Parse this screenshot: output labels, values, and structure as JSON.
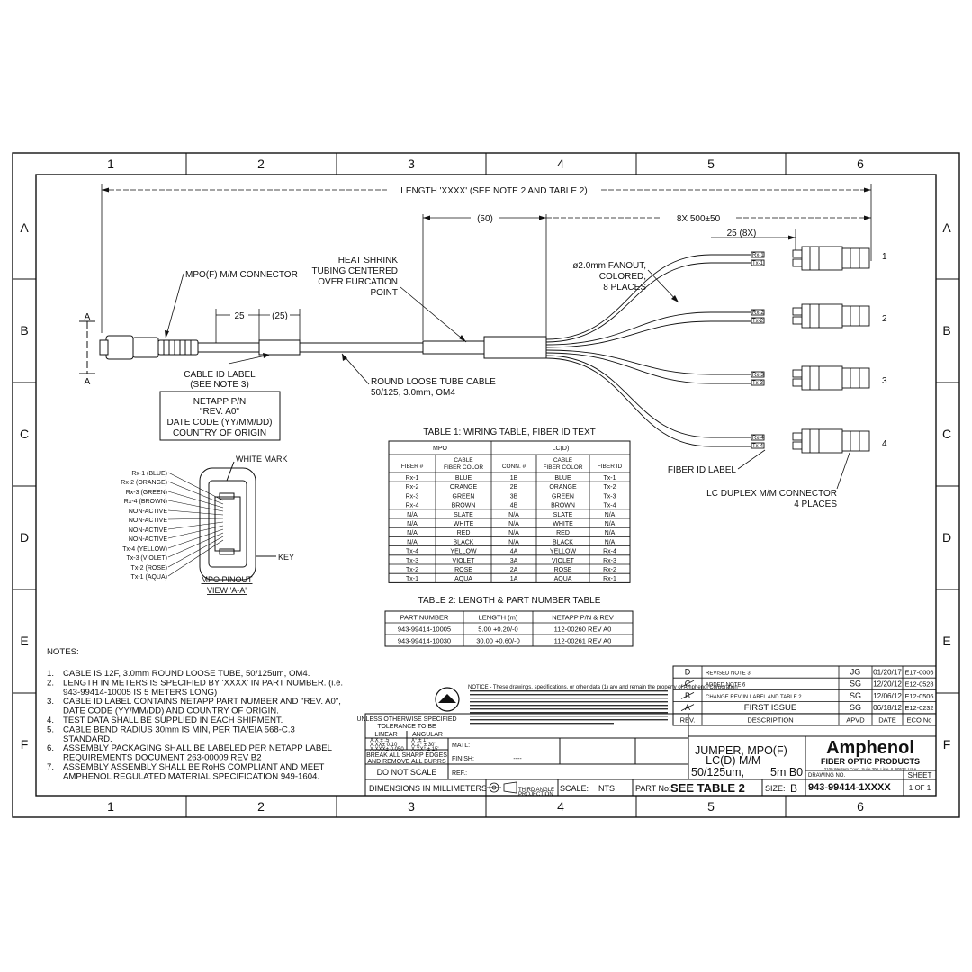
{
  "zones": {
    "columns": [
      "1",
      "2",
      "3",
      "4",
      "5",
      "6"
    ],
    "rows": [
      "A",
      "B",
      "C",
      "D",
      "E",
      "F"
    ]
  },
  "dimensions": {
    "length": "LENGTH 'XXXX' (SEE NOTE 2 AND TABLE 2)",
    "breakout": "(50)",
    "fanout_length": "8X 500±50",
    "stagger": "25 (8X)",
    "label_pos": "25",
    "label_len": "(25)"
  },
  "callouts": {
    "mpo_connector": "MPO(F) M/M CONNECTOR",
    "heat_shrink": [
      "HEAT SHRINK",
      "TUBING CENTERED",
      "OVER FURCATION",
      "POINT"
    ],
    "fanout": [
      "ø2.0mm FANOUT,",
      "COLORED,",
      "8 PLACES"
    ],
    "cable_id_label": [
      "CABLE ID LABEL",
      "(SEE NOTE 3)"
    ],
    "round_cable": [
      "ROUND LOOSE TUBE CABLE",
      "50/125, 3.0mm, OM4"
    ],
    "fiber_id_label": "FIBER ID LABEL",
    "lc_connector": [
      "LC DUPLEX M/M CONNECTOR",
      "4 PLACES"
    ],
    "label_box": [
      "NETAPP P/N",
      "\"REV. A0\"",
      "DATE CODE (YY/MM/DD)",
      "COUNTRY OF ORIGIN"
    ],
    "view_a": "A",
    "leg_numbers": [
      "1",
      "2",
      "3",
      "4"
    ],
    "leg_tags": [
      "Rx-1",
      "Tx-1",
      "Rx-2",
      "Tx-2",
      "Rx-3",
      "Tx-3",
      "Rx-4",
      "Tx-4"
    ]
  },
  "pinout": {
    "title": [
      "MPO PINOUT",
      "VIEW 'A-A'"
    ],
    "white_mark": "WHITE MARK",
    "key": "KEY",
    "fibers": [
      "Rx-1 (BLUE)",
      "Rx-2 (ORANGE)",
      "Rx-3 (GREEN)",
      "Rx-4 (BROWN)",
      "NON-ACTIVE",
      "NON-ACTIVE",
      "NON-ACTIVE",
      "NON-ACTIVE",
      "Tx-4 (YELLOW)",
      "Tx-3 (VIOLET)",
      "Tx-2 (ROSE)",
      "Tx-1 (AQUA)"
    ]
  },
  "table1": {
    "title": "TABLE 1: WIRING TABLE, FIBER ID TEXT",
    "group_headers": [
      "MPO",
      "LC(D)"
    ],
    "headers": [
      "FIBER #",
      "CABLE FIBER COLOR",
      "CONN. #",
      "CABLE FIBER COLOR",
      "FIBER ID"
    ],
    "rows": [
      [
        "Rx-1",
        "BLUE",
        "1B",
        "BLUE",
        "Tx-1"
      ],
      [
        "Rx-2",
        "ORANGE",
        "2B",
        "ORANGE",
        "Tx-2"
      ],
      [
        "Rx-3",
        "GREEN",
        "3B",
        "GREEN",
        "Tx-3"
      ],
      [
        "Rx-4",
        "BROWN",
        "4B",
        "BROWN",
        "Tx-4"
      ],
      [
        "N/A",
        "SLATE",
        "N/A",
        "SLATE",
        "N/A"
      ],
      [
        "N/A",
        "WHITE",
        "N/A",
        "WHITE",
        "N/A"
      ],
      [
        "N/A",
        "RED",
        "N/A",
        "RED",
        "N/A"
      ],
      [
        "N/A",
        "BLACK",
        "N/A",
        "BLACK",
        "N/A"
      ],
      [
        "Tx-4",
        "YELLOW",
        "4A",
        "YELLOW",
        "Rx-4"
      ],
      [
        "Tx-3",
        "VIOLET",
        "3A",
        "VIOLET",
        "Rx-3"
      ],
      [
        "Tx-2",
        "ROSE",
        "2A",
        "ROSE",
        "Rx-2"
      ],
      [
        "Tx-1",
        "AQUA",
        "1A",
        "AQUA",
        "Rx-1"
      ]
    ]
  },
  "table2": {
    "title": "TABLE 2: LENGTH & PART NUMBER TABLE",
    "headers": [
      "PART NUMBER",
      "LENGTH (m)",
      "NETAPP P/N & REV"
    ],
    "rows": [
      [
        "943-99414-10005",
        "5.00 +0.20/-0",
        "112-00260 REV A0"
      ],
      [
        "943-99414-10030",
        "30.00 +0.60/-0",
        "112-00261 REV A0"
      ]
    ]
  },
  "notes": {
    "heading": "NOTES:",
    "items": [
      [
        "1.",
        "CABLE IS 12F, 3.0mm ROUND LOOSE TUBE, 50/125um, OM4."
      ],
      [
        "2.",
        "LENGTH IN METERS IS SPECIFIED BY 'XXXX' IN PART NUMBER. (i.e."
      ],
      [
        "",
        "943-99414-10005 IS 5 METERS LONG)"
      ],
      [
        "3.",
        "CABLE ID LABEL CONTAINS NETAPP PART NUMBER AND \"REV. A0\","
      ],
      [
        "",
        "DATE CODE (YY/MM/DD) AND COUNTRY OF ORIGIN."
      ],
      [
        "4.",
        "TEST DATA SHALL BE SUPPLIED IN EACH SHIPMENT."
      ],
      [
        "5.",
        "CABLE BEND RADIUS 30mm IS MIN, PER TIA/EIA 568-C.3"
      ],
      [
        "",
        "STANDARD."
      ],
      [
        "6.",
        "ASSEMBLY PACKAGING SHALL BE LABELED PER NETAPP LABEL"
      ],
      [
        "",
        "REQUIREMENTS DOCUMENT 263-00009 REV B2"
      ],
      [
        "7.",
        "ASSEMBLY ASSEMBLY SHALL BE RoHS COMPLIANT AND MEET"
      ],
      [
        "",
        "AMPHENOL REGULATED MATERIAL SPECIFICATION 949-1604."
      ]
    ]
  },
  "revisions": {
    "rows": [
      [
        "D",
        "REVISED NOTE 3.",
        "JG",
        "01/20/17",
        "E17-0006"
      ],
      [
        "C",
        "ADDED NOTE 6",
        "SG",
        "12/20/12",
        "E12-0528"
      ],
      [
        "B",
        "CHANGE REV IN LABEL AND TABLE 2",
        "SG",
        "12/06/12",
        "E12-0506"
      ],
      [
        "A",
        "FIRST ISSUE",
        "SG",
        "06/18/12",
        "E12-0232"
      ]
    ],
    "headers": [
      "REV.",
      "DESCRIPTION",
      "APVD",
      "DATE",
      "ECO No"
    ]
  },
  "titleblock": {
    "tolerance": [
      "UNLESS OTHERWISE SPECIFIED",
      "TOLERANCE TO BE"
    ],
    "linear": "LINEAR",
    "angular": "ANGULAR",
    "tol_linear": [
      "X.X ± .5",
      "X.XX± 0.10",
      "X.XXX± 0.050"
    ],
    "tol_angular": [
      "X° ± 1°",
      "X.X° ± 30'",
      "X.XX° ± 15'"
    ],
    "break_edges": [
      "BREAK ALL SHARP EDGES",
      "AND REMOVE ALL BURRS"
    ],
    "matl": "MATL:",
    "finish": "FINISH:",
    "finish_value": "----",
    "do_not_scale": "DO NOT SCALE",
    "ref": "REF.:",
    "dims": "DIMENSIONS IN MILLIMETERS",
    "projection": [
      "THIRD ANGLE",
      "PROJECTION"
    ],
    "scale_label": "SCALE:",
    "scale_value": "NTS",
    "part_no_label": "PART No:",
    "part_no_value": "SEE TABLE 2",
    "size_label": "SIZE:",
    "size_value": "B",
    "title": [
      "JUMPER, MPO(F)",
      "-LC(D) M/M",
      "50/125um,",
      "5m B0"
    ],
    "company": "Amphenol",
    "division": "FIBER OPTIC PRODUCTS",
    "address": "2100 Western Court, Suite 300, Lisle, IL 60532, USA",
    "drawing_no_label": "DRAWING NO.",
    "drawing_no": "943-99414-1XXXX",
    "sheet_label": "SHEET",
    "sheet_value": "1 OF 1",
    "proprietary": "NOTICE - These drawings, specifications, or other data (1) are and remain the property of Amphenol Corporation"
  },
  "colors": {
    "ink": "#111111",
    "paper": "#ffffff"
  }
}
